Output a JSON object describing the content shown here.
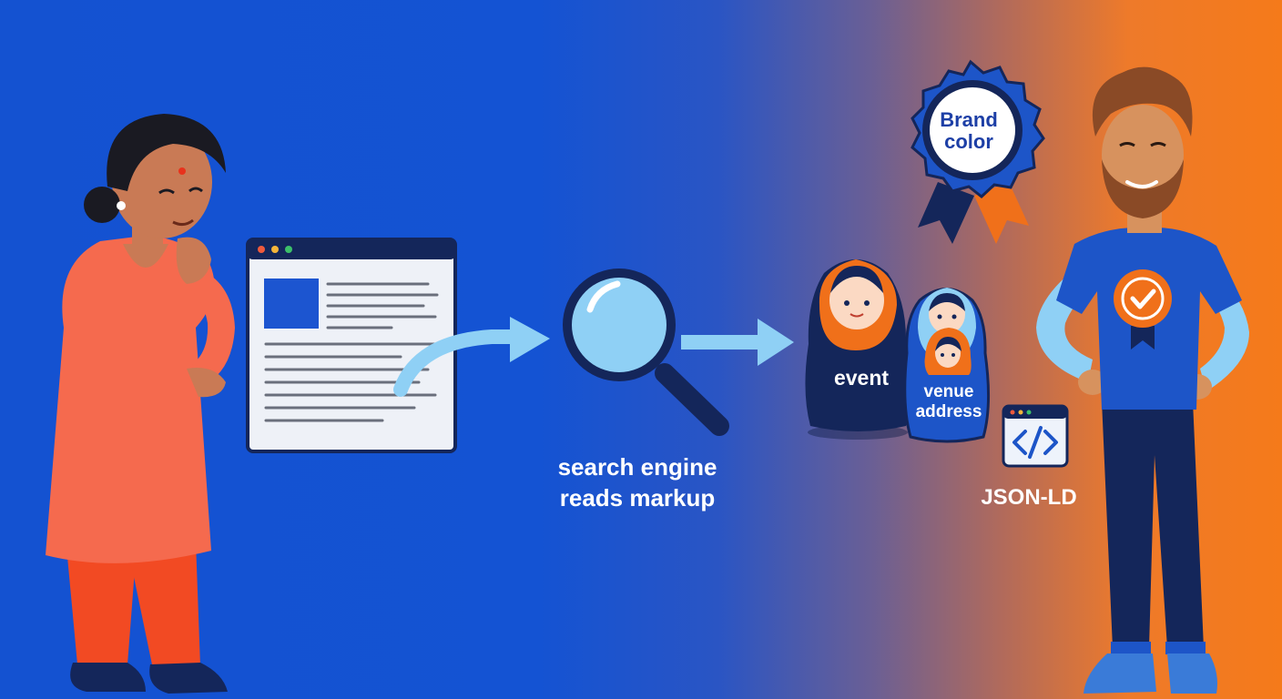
{
  "labels": {
    "search_caption": [
      "search engine",
      "reads markup"
    ],
    "doll_outer": "event",
    "doll_middle": [
      "venue",
      "address"
    ],
    "code_label": "JSON-LD",
    "badge": [
      "Brand",
      "color"
    ]
  },
  "icons": {
    "code": "code-brackets-icon",
    "magnifier": "magnifying-glass-icon",
    "badge": "award-ribbon-icon",
    "check": "checkmark-icon"
  },
  "colors": {
    "background_left": "#1452d1",
    "background_right": "#f57a1a",
    "arrow": "#8fd0f5",
    "navy": "#14265a",
    "accent_orange": "#f0701a",
    "coral": "#f56a4e"
  }
}
